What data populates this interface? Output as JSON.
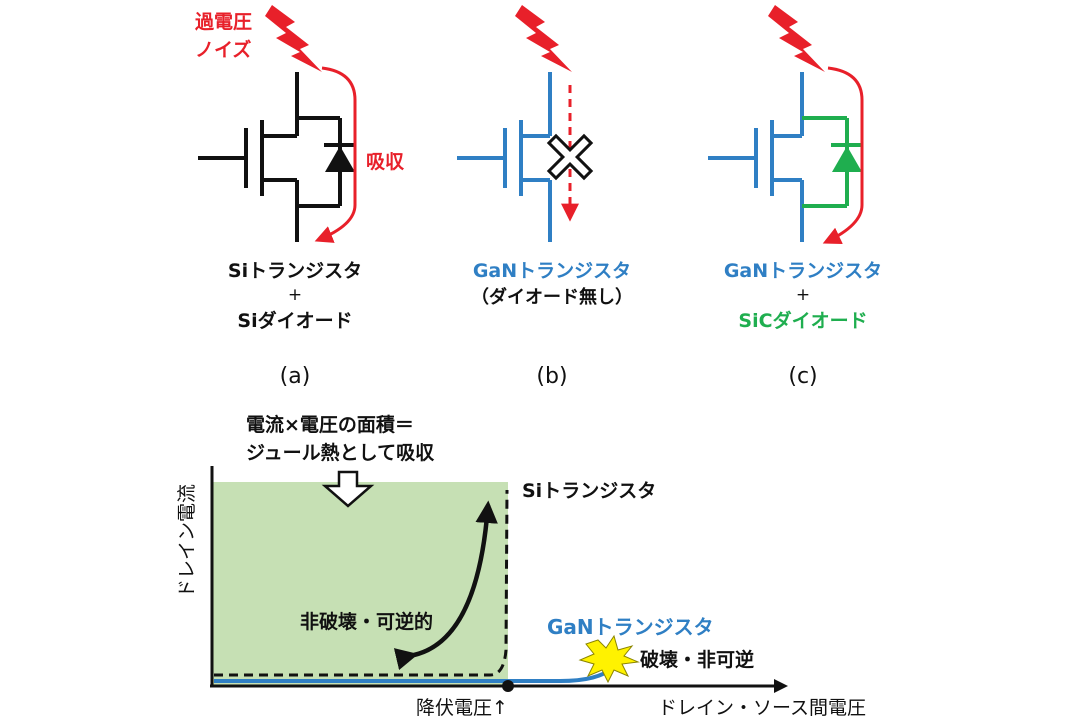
{
  "colors": {
    "red": "#e8202a",
    "blue": "#2f7fc4",
    "green": "#1fae4f",
    "area_fill": "#c6e0b4",
    "black": "#111111"
  },
  "top": {
    "noise_label_line1": "過電圧",
    "noise_label_line2": "ノイズ",
    "absorb_label": "吸収",
    "a": {
      "line1": "Siトランジスタ",
      "line2": "+",
      "line3": "Siダイオード",
      "tag": "(a)"
    },
    "b": {
      "line1": "GaNトランジスタ",
      "line2": "（ダイオード無し）",
      "tag": "(b)"
    },
    "c": {
      "line1": "GaNトランジスタ",
      "line2": "+",
      "line3": "SiCダイオード",
      "tag": "(c)"
    }
  },
  "chart": {
    "area_note_line1": "電流×電圧の面積＝",
    "area_note_line2": "ジュール熱として吸収",
    "si_label": "Siトランジスタ",
    "gan_label": "GaNトランジスタ",
    "reversible_label": "非破壊・可逆的",
    "destructive_label": "破壊・非可逆",
    "y_axis_label": "ドレイン電流",
    "x_axis_label": "ドレイン・ソース間電圧",
    "breakdown_label": "降伏電圧↑"
  },
  "icons": [
    "lightning-icon",
    "diode-icon",
    "x-mark-icon",
    "explosion-icon",
    "down-arrow-icon"
  ]
}
